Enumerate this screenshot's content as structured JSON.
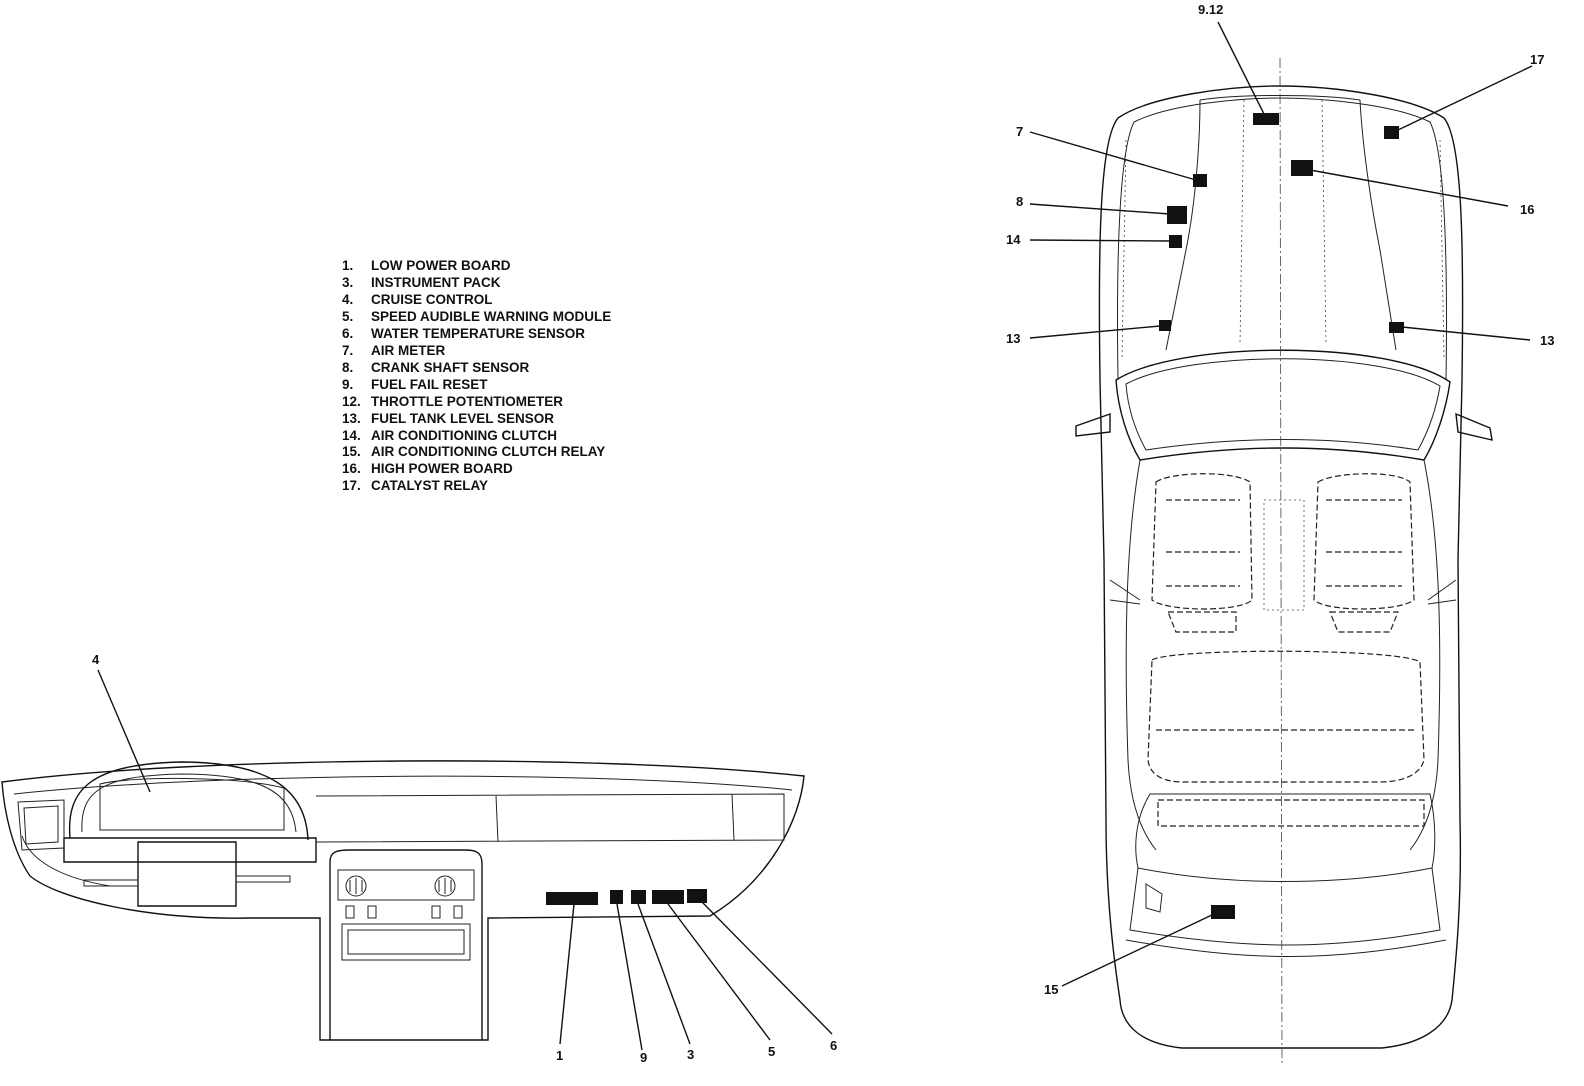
{
  "legend": [
    {
      "num": "1.",
      "label": "LOW POWER BOARD"
    },
    {
      "num": "3.",
      "label": "INSTRUMENT PACK"
    },
    {
      "num": "4.",
      "label": "CRUISE CONTROL"
    },
    {
      "num": "5.",
      "label": "SPEED AUDIBLE WARNING MODULE"
    },
    {
      "num": "6.",
      "label": "WATER TEMPERATURE SENSOR"
    },
    {
      "num": "7.",
      "label": "AIR METER"
    },
    {
      "num": "8.",
      "label": "CRANK SHAFT SENSOR"
    },
    {
      "num": "9.",
      "label": "FUEL FAIL RESET"
    },
    {
      "num": "12.",
      "label": "THROTTLE POTENTIOMETER"
    },
    {
      "num": "13.",
      "label": "FUEL TANK LEVEL SENSOR"
    },
    {
      "num": "14.",
      "label": "AIR CONDITIONING CLUTCH"
    },
    {
      "num": "15.",
      "label": "AIR CONDITIONING CLUTCH RELAY"
    },
    {
      "num": "16.",
      "label": "HIGH POWER BOARD"
    },
    {
      "num": "17.",
      "label": "CATALYST RELAY"
    }
  ],
  "dash_callouts": {
    "c4": "4",
    "c1": "1",
    "c9": "9",
    "c3": "3",
    "c5": "5",
    "c6": "6"
  },
  "car_callouts": {
    "c912": "9.12",
    "c17": "17",
    "c7": "7",
    "c16": "16",
    "c8": "8",
    "c14": "14",
    "c13_left": "13",
    "c13_right": "13",
    "c15": "15"
  }
}
